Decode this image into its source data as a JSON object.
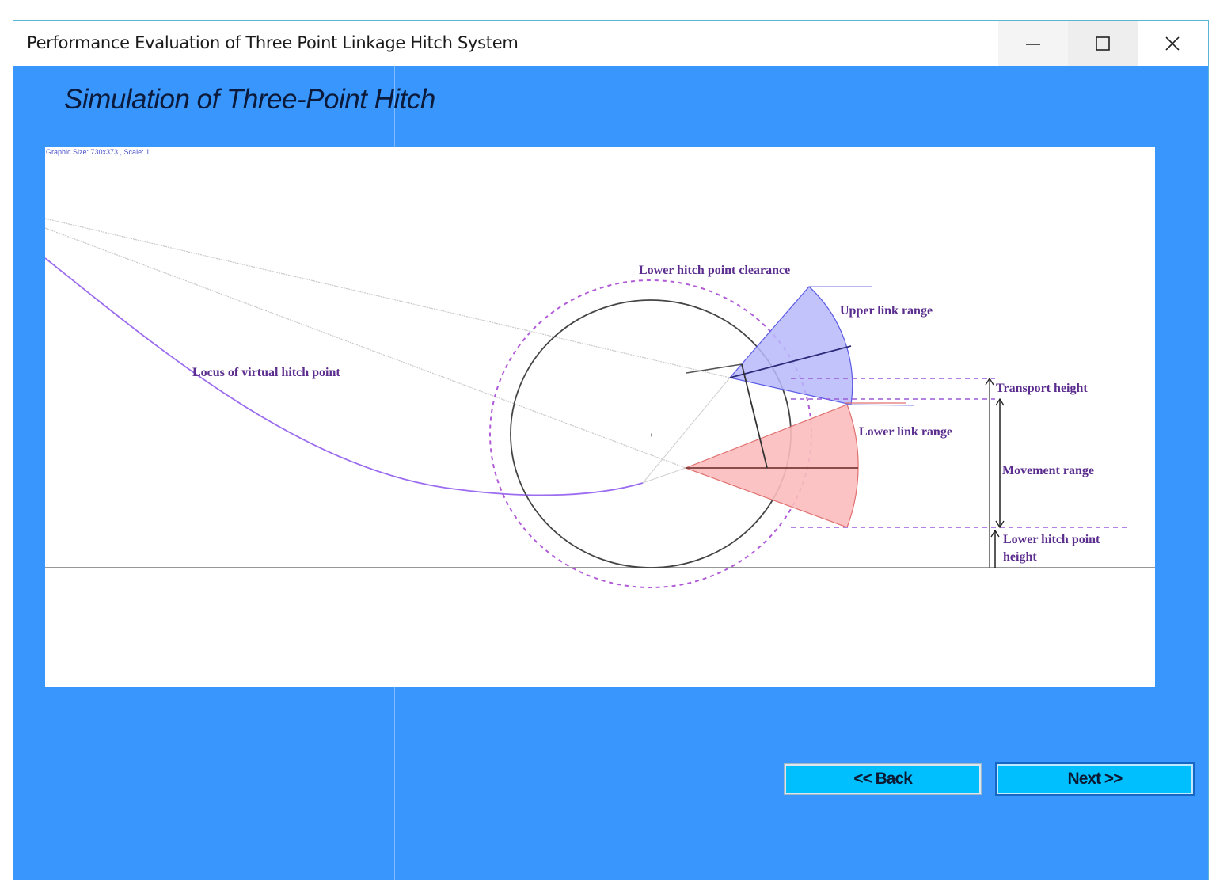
{
  "window": {
    "title": "Performance Evaluation of Three Point Linkage Hitch System",
    "controls": {
      "minimize": "minimize-icon",
      "maximize": "maximize-icon",
      "close": "close-icon"
    },
    "background_color": "#3996fc"
  },
  "page": {
    "heading": "Simulation of Three-Point Hitch"
  },
  "canvas": {
    "graphic_info": "Graphic Size: 730x373 , Scale: 1",
    "labels": {
      "locus": "Locus of virtual hitch point",
      "clearance": "Lower hitch point clearance",
      "upper_link": "Upper link range",
      "lower_link": "Lower link range",
      "transport_height": "Transport height",
      "movement_range": "Movement range",
      "lower_hitch_height_line1": "Lower hitch point",
      "lower_hitch_height_line2": "height"
    },
    "colors": {
      "upper_link_fill": "#b9b9fb",
      "upper_link_stroke": "#5a5ae6",
      "lower_link_fill": "#fbbcbc",
      "lower_link_stroke": "#e07070",
      "locus": "#9b6cf0",
      "clearance": "#b05ad8",
      "label": "#5b2d8e"
    }
  },
  "buttons": {
    "back": "<< Back",
    "next": "Next >>"
  }
}
